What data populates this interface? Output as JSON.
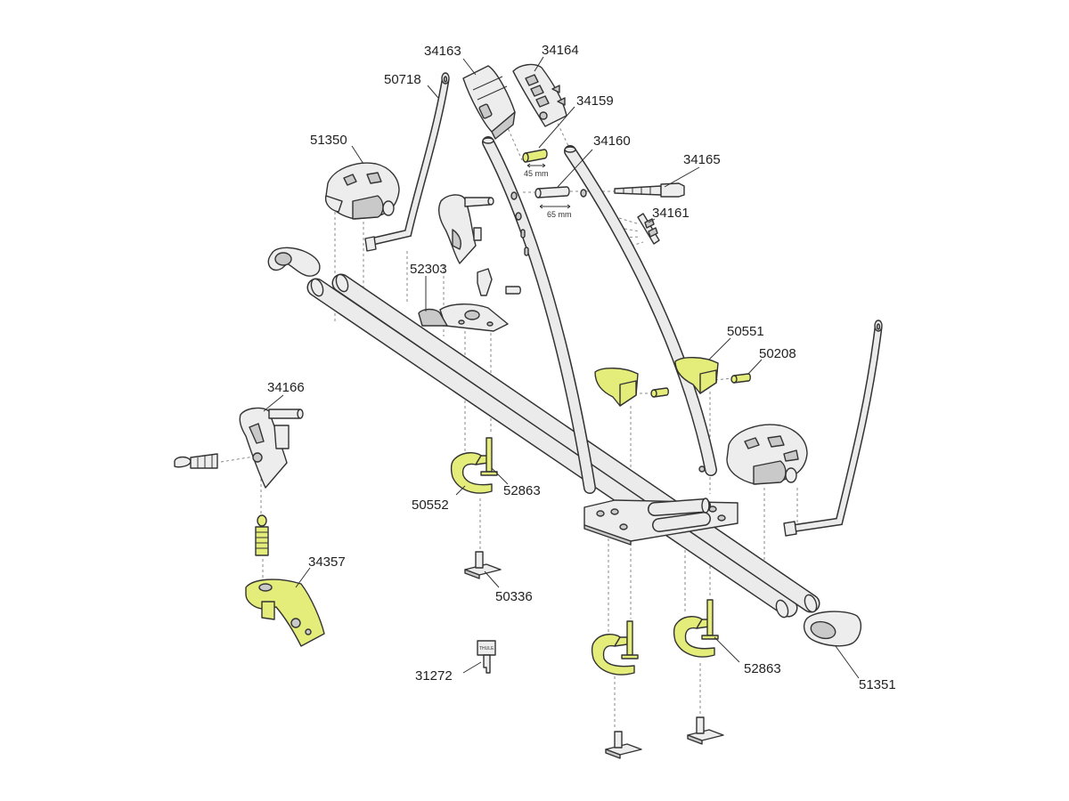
{
  "part_numbers": {
    "p34163": "34163",
    "p34164": "34164",
    "p50718": "50718",
    "p34159": "34159",
    "p51350": "51350",
    "p34160": "34160",
    "p34165": "34165",
    "p34161": "34161",
    "p52303": "52303",
    "p50551": "50551",
    "p50208": "50208",
    "p34166": "34166",
    "p50552": "50552",
    "p52863_a": "52863",
    "p52863_b": "52863",
    "p50336": "50336",
    "p34357": "34357",
    "p31272": "31272",
    "p51351": "51351"
  },
  "dimensions": {
    "short_spacer": "45 mm",
    "long_spacer": "65 mm"
  },
  "key_marking": "THULE",
  "colors": {
    "highlight": "#e4ec7a",
    "part_fill": "#ededed",
    "outline": "#333333",
    "guide_line": "#8a8a8a"
  }
}
